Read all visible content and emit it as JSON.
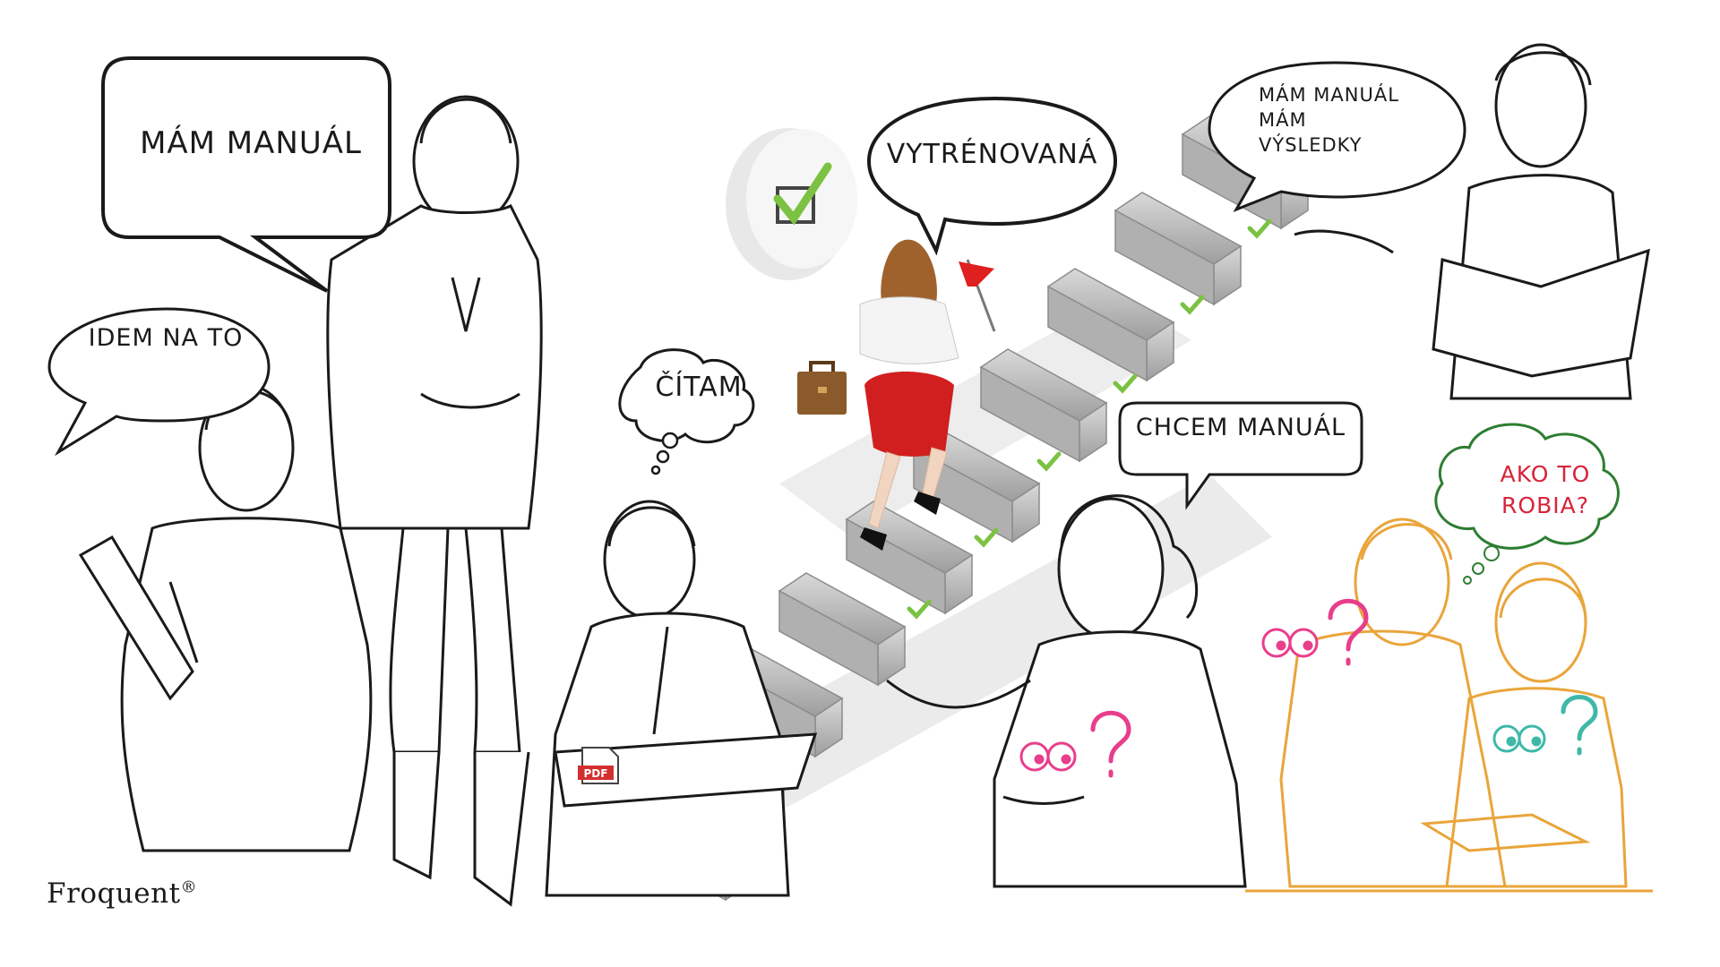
{
  "speech": {
    "mam_manual": "MÁM MANUÁL",
    "idem_na_to": "IDEM NA TO",
    "citam": "ČÍTAM",
    "vytrenovana": "VYTRÉNOVANÁ",
    "chcem_manual": "CHCEM MANUÁL",
    "mam_manual_vysledky": [
      "MÁM MANUÁL",
      "MÁM",
      "VÝSLEDKY"
    ],
    "ako_to_robia": "AKO TO ROBIA?"
  },
  "document_badge": "PDF",
  "brand": {
    "name": "Froquent",
    "mark": "®"
  },
  "colors": {
    "ink": "#1a1a1a",
    "stair_gray": "#b8b8b8",
    "check_green": "#7cc242",
    "skirt_red": "#d11f1f",
    "flag_red": "#e02020",
    "hair_brown": "#a0622d",
    "briefcase_brown": "#8a5a2b",
    "orange_line": "#e9a53a",
    "think_bubble_green": "#2e7d32",
    "question_pink": "#e83e8c",
    "question_teal": "#3fb8a8"
  },
  "icons": [
    "check-icon",
    "pdf-icon",
    "flag-icon",
    "briefcase-icon",
    "question-mark-icon",
    "eyes-icon"
  ]
}
